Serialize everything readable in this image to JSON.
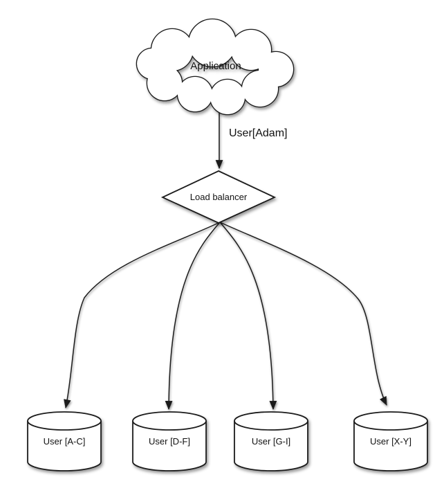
{
  "diagram": {
    "colors": {
      "stroke": "#1b1b1b",
      "node_fill": "#ffffff",
      "background": "#ffffff",
      "text": "#111111"
    },
    "nodes": {
      "application": {
        "label": "Application",
        "shape": "cloud"
      },
      "load_balancer": {
        "label": "Load balancer",
        "shape": "diamond"
      },
      "shards": [
        {
          "label": "User [A-C]",
          "shape": "cylinder"
        },
        {
          "label": "User [D-F]",
          "shape": "cylinder"
        },
        {
          "label": "User [G-I]",
          "shape": "cylinder"
        },
        {
          "label": "User [X-Y]",
          "shape": "cylinder"
        }
      ]
    },
    "edges": [
      {
        "from": "application",
        "to": "load_balancer",
        "label": "User[Adam]"
      },
      {
        "from": "load_balancer",
        "to": "shard-0"
      },
      {
        "from": "load_balancer",
        "to": "shard-1"
      },
      {
        "from": "load_balancer",
        "to": "shard-2"
      },
      {
        "from": "load_balancer",
        "to": "shard-3"
      }
    ]
  }
}
